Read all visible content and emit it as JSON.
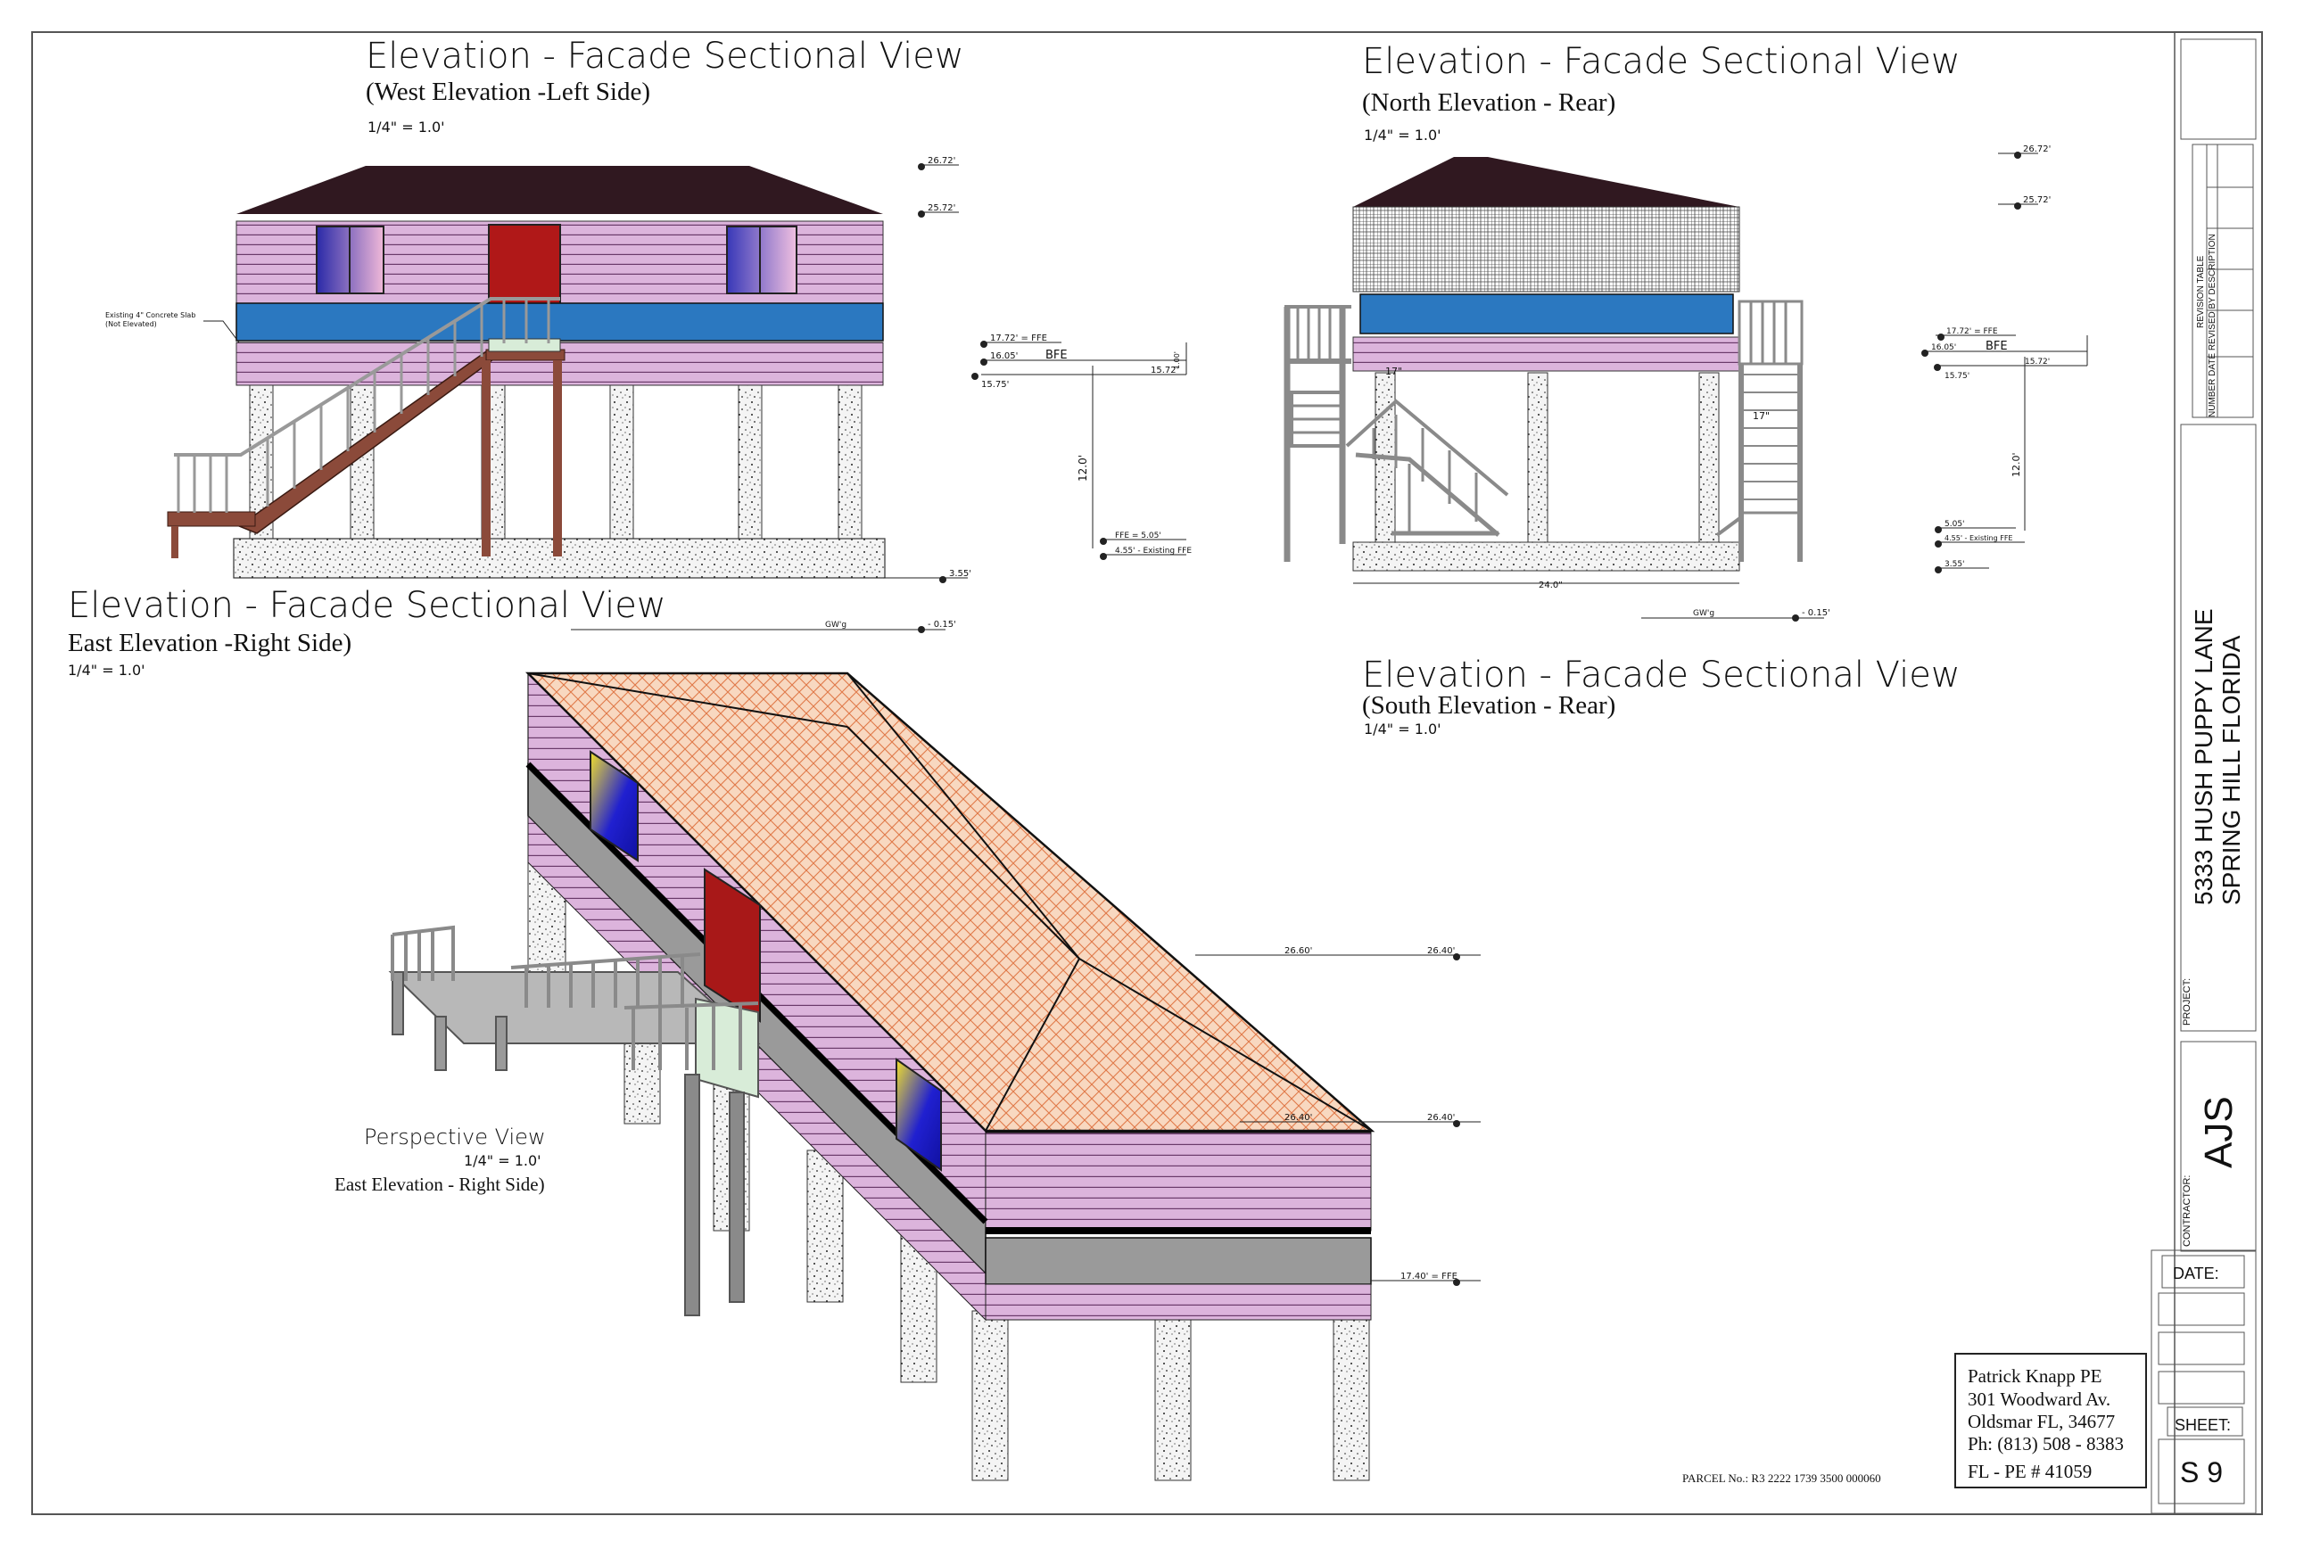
{
  "views": [
    {
      "title": "Elevation - Facade Sectional View",
      "subtitle": "(West Elevation -Left Side)",
      "scale": "1/4\" = 1.0'"
    },
    {
      "title": "Elevation - Facade Sectional View",
      "subtitle": "(North Elevation - Rear)",
      "scale": "1/4\" = 1.0'"
    },
    {
      "title": "Elevation - Facade Sectional View",
      "subtitle": "East Elevation -Right Side)",
      "scale": "1/4\" = 1.0'"
    },
    {
      "title": "Elevation - Facade Sectional View",
      "subtitle": "(South Elevation - Rear)",
      "scale": "1/4\" = 1.0'"
    }
  ],
  "perspective": {
    "title": "Perspective View",
    "scale": "1/4\" = 1.0'",
    "subtitle": "East Elevation - Right Side)"
  },
  "west_labels": {
    "el_top": "26.72'",
    "el_eave": "25.72'",
    "ffe": "17.72' = FFE",
    "el_1605": "16.05'",
    "bfe": "BFE",
    "el_1572": "15.72'",
    "el_rr": "15.75'",
    "dim_12": "12.0'",
    "ffe_low": "FFE = 5.05'",
    "existing": "4.55' - Existing FFE",
    "grade": "3.55'",
    "gwg": "GW'g",
    "minus": "- 0.15'",
    "slab_note_1": "Existing 4\" Concrete Slab",
    "slab_note_2": "(Not Elevated)",
    "dim_small": "1.00'"
  },
  "north_labels": {
    "el_top": "26.72'",
    "el_eave": "25.72'",
    "ffe": "17.72' = FFE",
    "el_1605": "16.05'",
    "bfe": "BFE",
    "el_1572": "15.72'",
    "el_rr": "15.75'",
    "dim_12": "12.0'",
    "el_505": "5.05'",
    "existing": "4.55' - Existing FFE",
    "grade": "3.55'",
    "width": "24.0\"",
    "gwg": "GW'g",
    "minus": "- 0.15'",
    "stair1": "17\"",
    "stair2": "17\""
  },
  "persp_labels": {
    "a": "26.60'",
    "b": "26.40'",
    "c": "26.40'",
    "d": "26.40'",
    "ffe": "17.40' = FFE"
  },
  "title_block": {
    "revision_table": "REVISION TABLE",
    "revision_cols": "NUMBER DATE REVISED BY DESCRIPTION",
    "project_label": "PROJECT:",
    "project_line1": "5333 HUSH PUPPY LANE",
    "project_line2": "SPRING HILL FLORIDA",
    "contractor_label": "CONTRACTOR:",
    "contractor": "AJS",
    "date_label": "DATE:",
    "sheet_label": "SHEET:",
    "sheet": "S 9"
  },
  "engineer": {
    "name": "Patrick Knapp PE",
    "addr1": "301 Woodward Av.",
    "addr2": "Oldsmar FL, 34677",
    "phone": "Ph: (813) 508 - 8383",
    "license": "FL - PE # 41059"
  },
  "parcel": "PARCEL No.: R3 2222 1739 3500 000060",
  "colors": {
    "siding": "#dcb4dc",
    "band": "#2b78c0",
    "door": "#b01818",
    "roof": "#301820",
    "roof_tile": "#f8d8c0",
    "tile_line": "#e07848",
    "stair": "#8b4a3a",
    "gray": "#9a9a9a"
  }
}
